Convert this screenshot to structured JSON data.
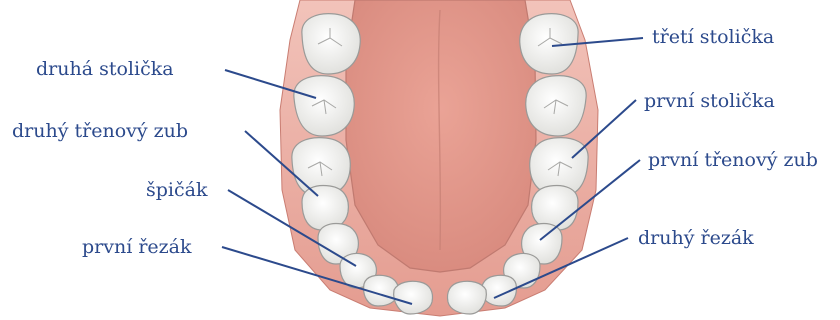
{
  "labels": {
    "second_molar": "druhá stolička",
    "second_premolar": "druhý třenový zub",
    "canine": "špičák",
    "central_incisor": "první řezák",
    "third_molar": "třetí stolička",
    "first_molar": "první stolička",
    "first_premolar": "první třenový zub",
    "lateral_incisor": "druhý řezák"
  },
  "colors": {
    "label_text": "#2c4a8c",
    "leader_line": "#2c4a8c",
    "gum": "#e8a49a",
    "tongue": "#e2988c",
    "tooth": "#f4f4f2",
    "tooth_outline": "#9a9a98"
  }
}
